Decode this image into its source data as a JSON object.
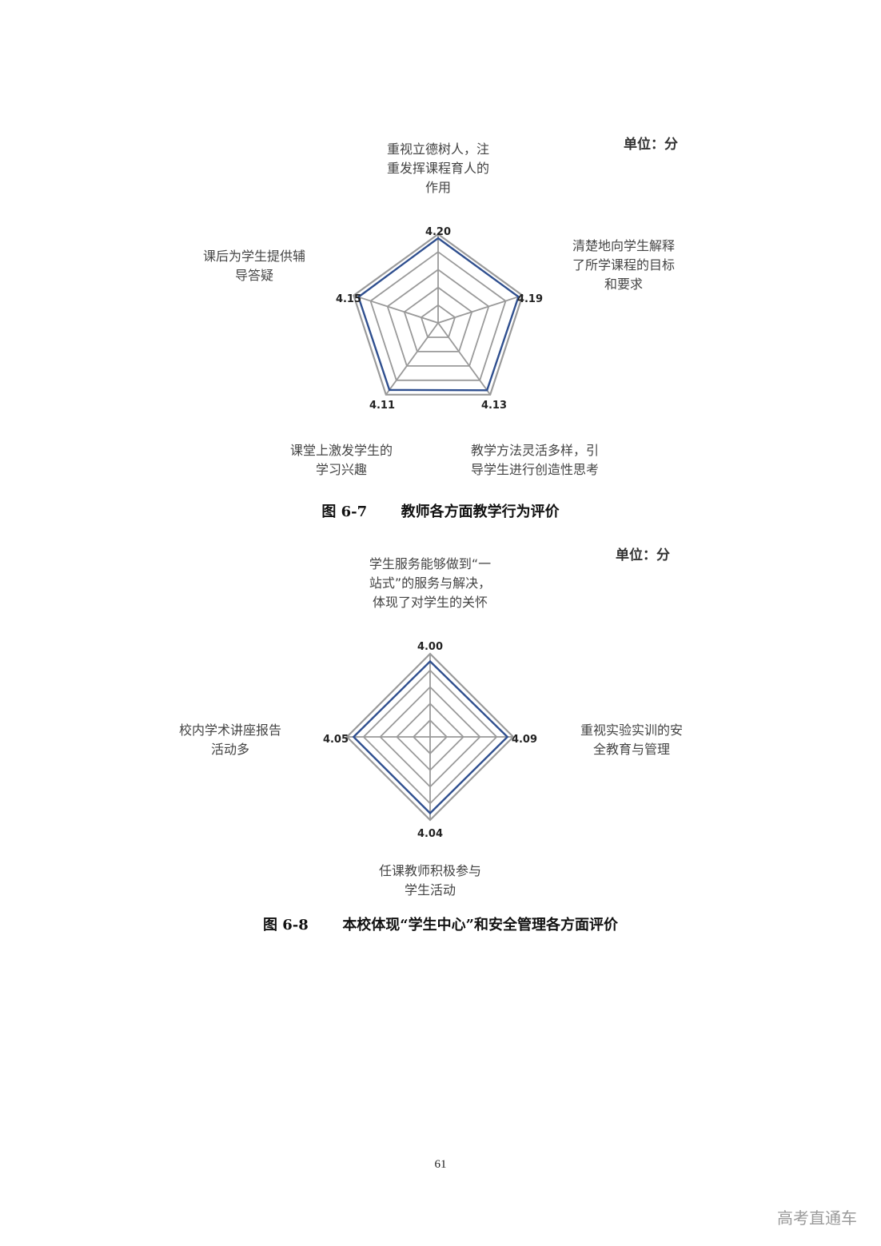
{
  "chart_data": [
    {
      "type": "radar",
      "unit_label": "单位：分",
      "axes": [
        {
          "label": [
            "重视立德树人，注",
            "重发挥课程育人的",
            "作用"
          ],
          "value": 4.2,
          "value_label": "4.20"
        },
        {
          "label": [
            "清楚地向学生解释",
            "了所学课程的目标",
            "和要求"
          ],
          "value": 4.19,
          "value_label": "4.19"
        },
        {
          "label": [
            "教学方法灵活多样，引",
            "导学生进行创造性思考"
          ],
          "value": 4.13,
          "value_label": "4.13"
        },
        {
          "label": [
            "课堂上激发学生的",
            "学习兴趣"
          ],
          "value": 4.11,
          "value_label": "4.11"
        },
        {
          "label": [
            "课后为学生提供辅",
            "导答疑"
          ],
          "value": 4.15,
          "value_label": "4.15"
        }
      ],
      "series_color": "#2f4f8f",
      "grid_color": "#9a9a9a",
      "caption_number": "图 6-7",
      "caption_text": "教师各方面教学行为评价"
    },
    {
      "type": "radar",
      "unit_label": "单位：分",
      "axes": [
        {
          "label": [
            "学生服务能够做到“一",
            "站式”的服务与解决，",
            "体现了对学生的关怀"
          ],
          "value": 4.0,
          "value_label": "4.00"
        },
        {
          "label": [
            "重视实验实训的安",
            "全教育与管理"
          ],
          "value": 4.09,
          "value_label": "4.09"
        },
        {
          "label": [
            "任课教师积极参与",
            "学生活动"
          ],
          "value": 4.04,
          "value_label": "4.04"
        },
        {
          "label": [
            "校内学术讲座报告",
            "活动多"
          ],
          "value": 4.05,
          "value_label": "4.05"
        }
      ],
      "series_color": "#2f4f8f",
      "grid_color": "#9a9a9a",
      "caption_number": "图 6-8",
      "caption_text": "本校体现“学生中心”和安全管理各方面评价"
    }
  ],
  "page_number": "61",
  "watermark": "高考直通车"
}
